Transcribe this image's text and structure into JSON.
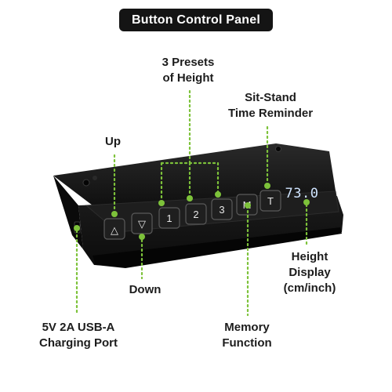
{
  "title": "Button Control Panel",
  "callouts": {
    "up": "Up",
    "presets_line1": "3 Presets",
    "presets_line2": "of Height",
    "sitstand_line1": "Sit-Stand",
    "sitstand_line2": "Time Reminder",
    "down": "Down",
    "height_line1": "Height",
    "height_line2": "Display",
    "height_line3": "(cm/inch)",
    "usb_line1": "5V 2A USB-A",
    "usb_line2": "Charging Port",
    "memory_line1": "Memory",
    "memory_line2": "Function"
  },
  "panel": {
    "buttons": {
      "up": "△",
      "down": "▽",
      "preset1": "1",
      "preset2": "2",
      "preset3": "3",
      "memory": "M",
      "timer": "T"
    },
    "display": "73.0"
  },
  "colors": {
    "accent": "#7dc23a",
    "panel_body": "#161616",
    "title_bg": "#141414"
  }
}
